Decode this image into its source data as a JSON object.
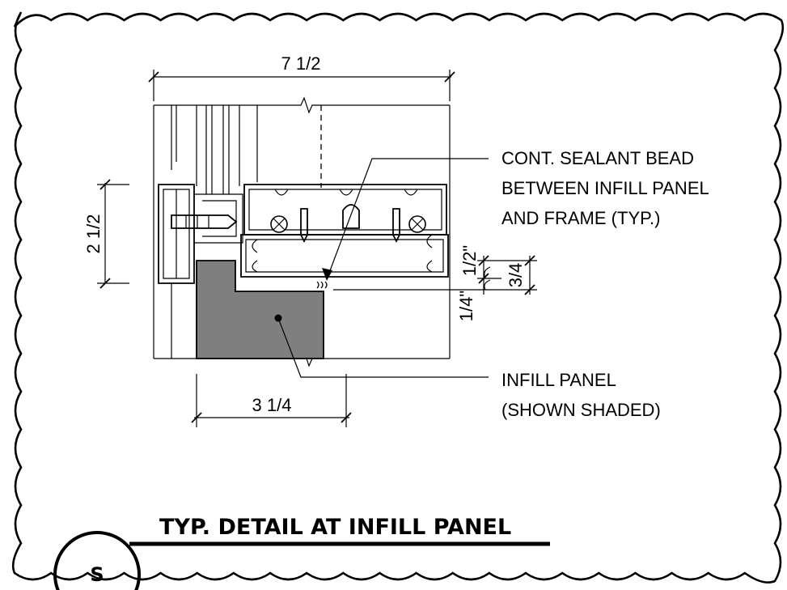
{
  "dimensions": {
    "overall_width": "7 1/2",
    "frame_height": "2 1/2",
    "panel_width": "3 1/4",
    "panel_depth": "3/4",
    "gap_top": "1/2\"",
    "gap_bottom": "1/4\""
  },
  "notes": {
    "sealant": [
      "CONT. SEALANT BEAD",
      "BETWEEN INFILL PANEL",
      "AND FRAME (TYP.)"
    ],
    "infill": [
      "INFILL PANEL",
      "(SHOWN SHADED)"
    ]
  },
  "title": {
    "text": "TYP. DETAIL AT INFILL PANEL",
    "tag": "S"
  },
  "colors": {
    "line": "#000000",
    "panel_fill": "#7f7f7f",
    "background": "#ffffff"
  }
}
